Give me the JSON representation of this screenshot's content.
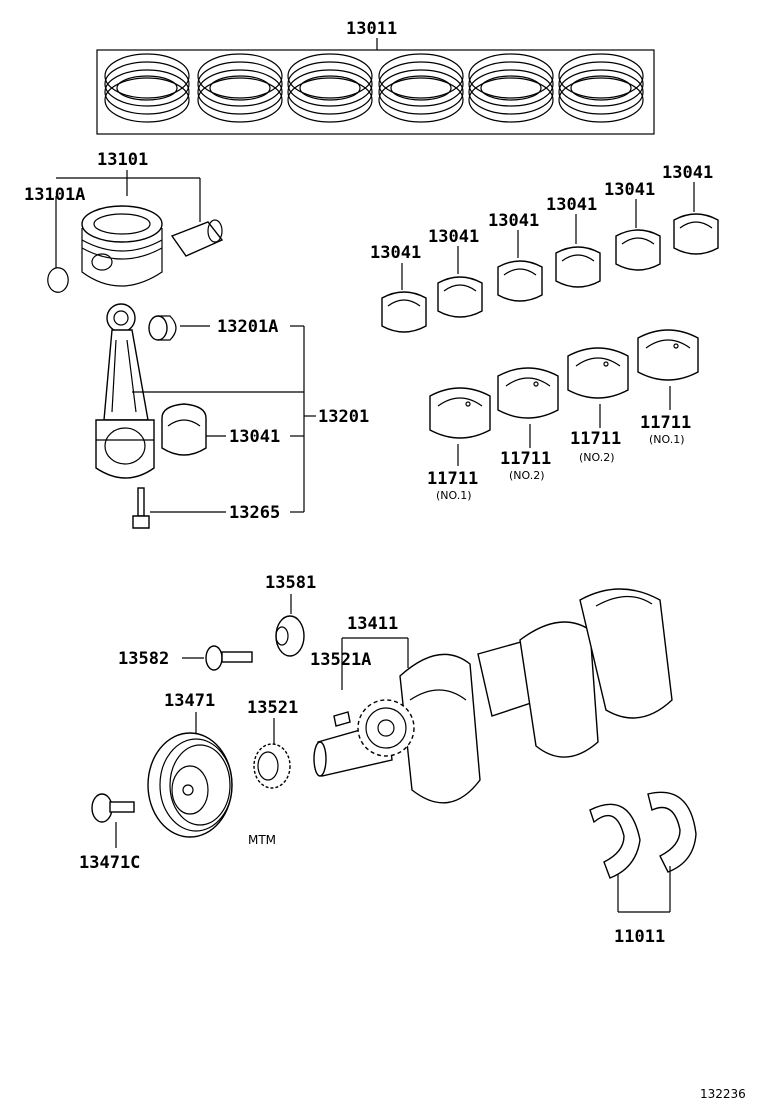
{
  "labels": {
    "piston_ring_set": "13011",
    "piston_sub_assy": "13101",
    "piston_snap_ring": "13101A",
    "rod_bushing": "13201A",
    "connecting_rod": "13201",
    "rod_bearing_1": "13041",
    "rod_bearing_2": "13041",
    "rod_bearing_3": "13041",
    "rod_bearing_4": "13041",
    "rod_bearing_5": "13041",
    "rod_bearing_6": "13041",
    "rod_bearing_7": "13041",
    "rod_bolt": "13265",
    "main_bearing_a": "11711",
    "main_bearing_b": "11711",
    "main_bearing_c": "11711",
    "main_bearing_d": "11711",
    "main_bearing_a_note": "(NO.1)",
    "main_bearing_b_note": "(NO.2)",
    "main_bearing_c_note": "(NO.2)",
    "main_bearing_d_note": "(NO.1)",
    "crank_washer": "13581",
    "pulley_bolt": "13582",
    "crankshaft": "13411",
    "key": "13521A",
    "crank_sprocket": "13521",
    "crank_pulley": "13471",
    "pulley_set_bolt": "13471C",
    "thrust_washer_set": "11011",
    "transmission_note": "MTM",
    "figure_number": "132236"
  }
}
